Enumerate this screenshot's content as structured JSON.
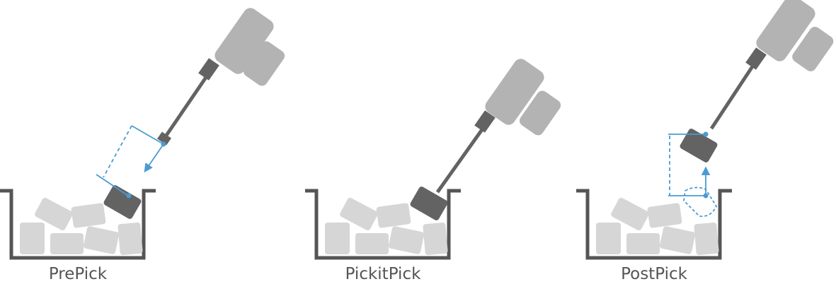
{
  "panels": [
    {
      "label": "PrePick"
    },
    {
      "label": "PickitPick"
    },
    {
      "label": "PostPick"
    }
  ],
  "colors": {
    "robot_body": "#b3b3b3",
    "gripper": "#636363",
    "objects": "#d6d6d6",
    "bin": "#555555",
    "annotation": "#4a9bd1"
  }
}
